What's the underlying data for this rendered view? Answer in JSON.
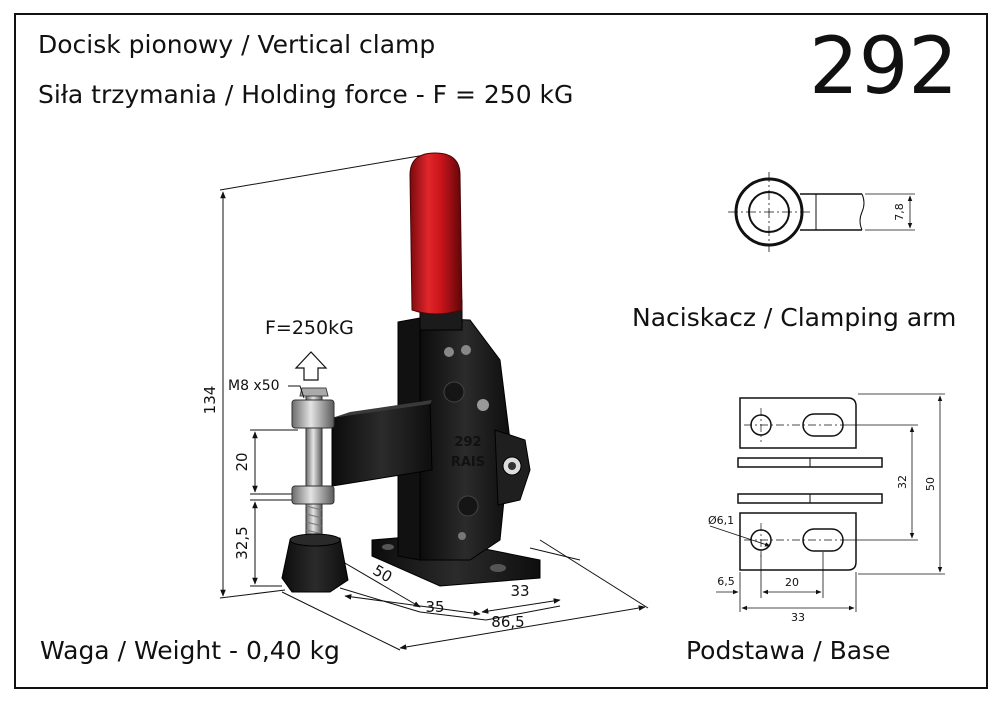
{
  "header": {
    "title": "Docisk pionowy / Vertical clamp",
    "force_line": "Siła trzymania / Holding force - F = 250 kG",
    "model_number": "292"
  },
  "footer": {
    "weight": "Waga / Weight - 0,40 kg"
  },
  "main_view": {
    "force_label": "F=250kG",
    "screw_label": "M8 x50",
    "body_marking_1": "292",
    "body_marking_2": "RAIS",
    "dim_height_total": "134",
    "dim_arm": "20",
    "dim_spindle": "32,5",
    "dim_depth": "50",
    "dim_35": "35",
    "dim_33": "33",
    "dim_length_total": "86,5",
    "colors": {
      "handle": "#c8141a",
      "body": "#1a1a1a"
    }
  },
  "arm_detail": {
    "title": "Naciskacz / Clamping arm",
    "dim_width": "7,8"
  },
  "base_detail": {
    "title": "Podstawa / Base",
    "dim_hole": "Ø6,1",
    "dim_32": "32",
    "dim_50": "50",
    "dim_6_5": "6,5",
    "dim_20": "20",
    "dim_33": "33"
  }
}
